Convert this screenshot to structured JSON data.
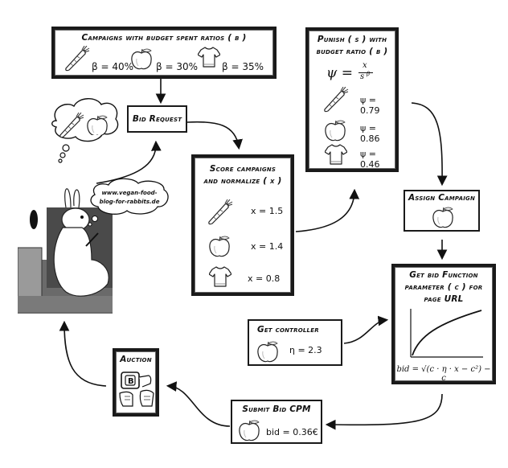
{
  "diagram": {
    "campaigns_box": {
      "title": "Campaigns with budget spent ratios ( β )",
      "items": [
        {
          "icon": "carrot-icon",
          "label": "β = 40%"
        },
        {
          "icon": "apple-icon",
          "label": "β = 30%"
        },
        {
          "icon": "tshirt-icon",
          "label": "β = 35%"
        }
      ]
    },
    "bid_request_box": {
      "title": "Bid Request"
    },
    "thought_bubble": {
      "icons": [
        "carrot-icon",
        "apple-icon"
      ]
    },
    "speech_bubble": {
      "line1": "www.vegan-food-",
      "line2": "blog-for-rabbits.de"
    },
    "score_box": {
      "title_line1": "Score campaigns",
      "title_line2": "and normalize ( x )",
      "items": [
        {
          "icon": "carrot-icon",
          "label": "x = 1.5"
        },
        {
          "icon": "apple-icon",
          "label": "x = 1.4"
        },
        {
          "icon": "tshirt-icon",
          "label": "x = 0.8"
        }
      ]
    },
    "punish_box": {
      "title_line1": "Punish ( s ) with",
      "title_line2": "budget ratio ( β )",
      "formula_lhs": "ψ =",
      "formula_num": "x",
      "formula_den": "s",
      "formula_exp": "β",
      "items": [
        {
          "icon": "carrot-icon",
          "label": "ψ = 0.79"
        },
        {
          "icon": "apple-icon",
          "label": "ψ = 0.86"
        },
        {
          "icon": "tshirt-icon",
          "label": "ψ = 0.46"
        }
      ]
    },
    "assign_box": {
      "title": "Assign Campaign",
      "icon": "apple-icon"
    },
    "bid_function_box": {
      "title_line1": "Get bid Function",
      "title_line2": "parameter ( c ) for",
      "title_line3": "page URL",
      "formula": "bid = √(c · η · x − c²) − c"
    },
    "controller_box": {
      "title": "Get controller",
      "icon": "apple-icon",
      "label": "η = 2.3"
    },
    "submit_box": {
      "title": "Submit Bid CPM",
      "icon": "apple-icon",
      "label": "bid = 0.36€"
    },
    "auction_box": {
      "title": "Auction",
      "badge": "B"
    }
  }
}
